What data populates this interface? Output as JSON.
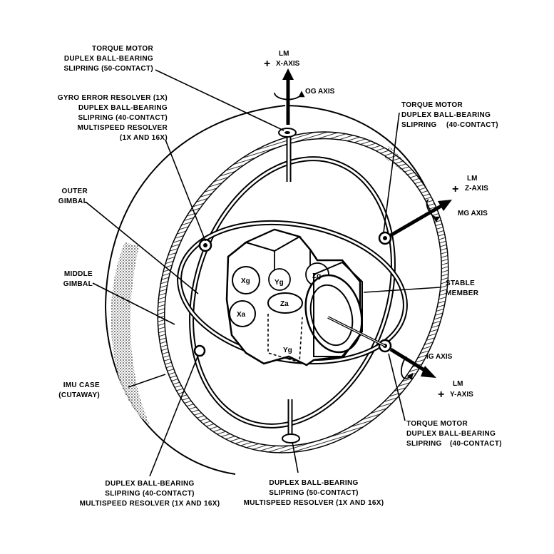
{
  "labels": {
    "top_left_1": "TORQUE MOTOR",
    "top_left_2": "DUPLEX BALL-BEARING",
    "top_left_3": "SLIPRING (50-CONTACT)",
    "gyro_1": "GYRO ERROR RESOLVER (1X)",
    "gyro_2": "DUPLEX BALL-BEARING",
    "gyro_3": "SLIPRING (40-CONTACT)",
    "gyro_4": "MULTISPEED RESOLVER",
    "gyro_5": "(1X AND 16X)",
    "outer_1": "OUTER",
    "outer_2": "GIMBAL",
    "middle_1": "MIDDLE",
    "middle_2": "GIMBAL",
    "case_1": "IMU CASE",
    "case_2": "(CUTAWAY)",
    "bottom_left_1": "DUPLEX BALL-BEARING",
    "bottom_left_2": "SLIPRING (40-CONTACT)",
    "bottom_left_3": "MULTISPEED RESOLVER (1X AND 16X)",
    "bottom_mid_1": "DUPLEX BALL-BEARING",
    "bottom_mid_2": "SLIPRING (50-CONTACT)",
    "bottom_mid_3": "MULTISPEED RESOLVER (1X AND 16X)",
    "top_right_1": "TORQUE MOTOR",
    "top_right_2": "DUPLEX BALL-BEARING",
    "top_right_3": "SLIPRING",
    "top_right_3b": "(40-CONTACT)",
    "stable_1": "STABLE",
    "stable_2": "MEMBER",
    "bottom_right_1": "TORQUE MOTOR",
    "bottom_right_2": "DUPLEX BALL-BEARING",
    "bottom_right_3": "SLIPRING",
    "bottom_right_3b": "(40-CONTACT)"
  },
  "axes": {
    "x_lm": "LM",
    "x_name": "X-AXIS",
    "x_gimbal": "OG AXIS",
    "z_lm": "LM",
    "z_name": "Z-AXIS",
    "z_gimbal": "MG AXIS",
    "y_lm": "LM",
    "y_name": "Y-AXIS",
    "y_gimbal": "IG AXIS",
    "plus": "+"
  },
  "gyros": {
    "xg": "Xg",
    "yg_top": "Yg",
    "zg": "Zg",
    "xa": "Xa",
    "za": "Za",
    "yg": "Yg"
  }
}
